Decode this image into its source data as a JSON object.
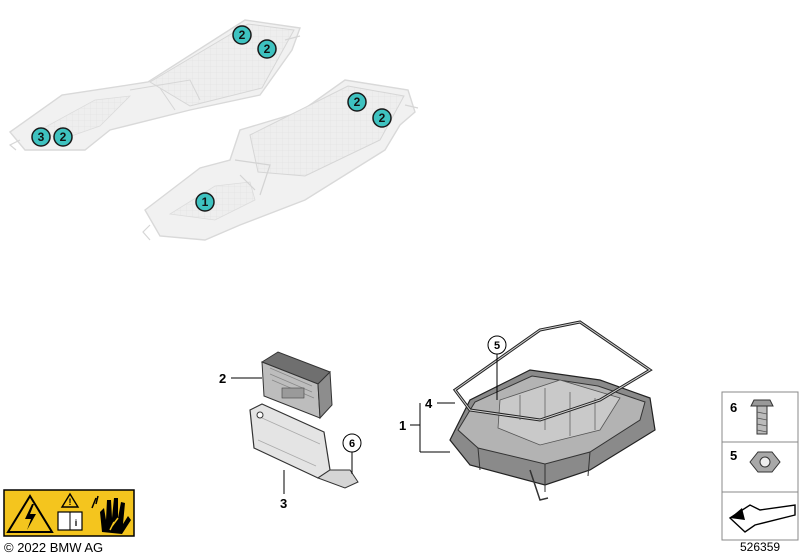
{
  "callouts": {
    "c1": "2",
    "c2": "2",
    "c3": "3",
    "c4": "2",
    "c5": "2",
    "c6": "2",
    "c7": "1"
  },
  "labels": {
    "l2": "2",
    "l1": "1",
    "l4": "4",
    "l3": "3",
    "l6": "6",
    "l5": "5"
  },
  "legend": {
    "item1": "6",
    "item2": "5"
  },
  "footer": {
    "copyright": "© 2022 BMW AG",
    "diagram_id": "526359"
  },
  "colors": {
    "callout_fill": "#3ec2c0",
    "warning_yellow": "#f4c51e"
  }
}
